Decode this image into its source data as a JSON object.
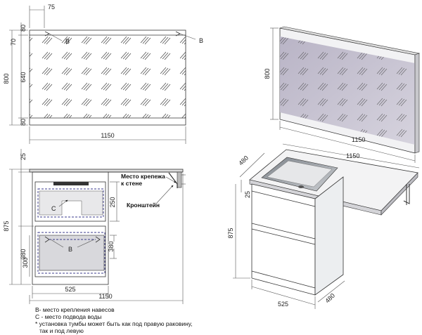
{
  "mirror_front": {
    "dim_top_offset": "75",
    "dim_h_total": "800",
    "dim_h_top_band": "80",
    "dim_h_upper": "70",
    "dim_h_glass": "640",
    "dim_h_bottom_band": "80",
    "dim_width": "1150",
    "mark_b_left": "B",
    "mark_b_right": "B"
  },
  "mirror_iso": {
    "dim_height": "800",
    "dim_width": "1150"
  },
  "cabinet_front": {
    "dim_top_gap": "25",
    "dim_total_height": "875",
    "dim_drawer_top": "250",
    "dim_lower_outer": "380",
    "dim_lower_inner": "300",
    "dim_cabinet_width": "525",
    "dim_total_width": "1150",
    "mark_c": "C",
    "mark_b": "B",
    "callout_mount": "Место крепежа\nк стене",
    "callout_bracket": "Кронштейн"
  },
  "cabinet_iso": {
    "dim_depth_top": "480",
    "dim_width_top": "1150",
    "dim_top_gap": "25",
    "dim_height": "875",
    "dim_bottom_width": "525",
    "dim_bottom_depth": "480"
  },
  "notes": [
    "B- место крепления навесов",
    "C - место подвода воды",
    "* установка тумбы может быть как под правую раковину,",
    "  так и под левую"
  ]
}
